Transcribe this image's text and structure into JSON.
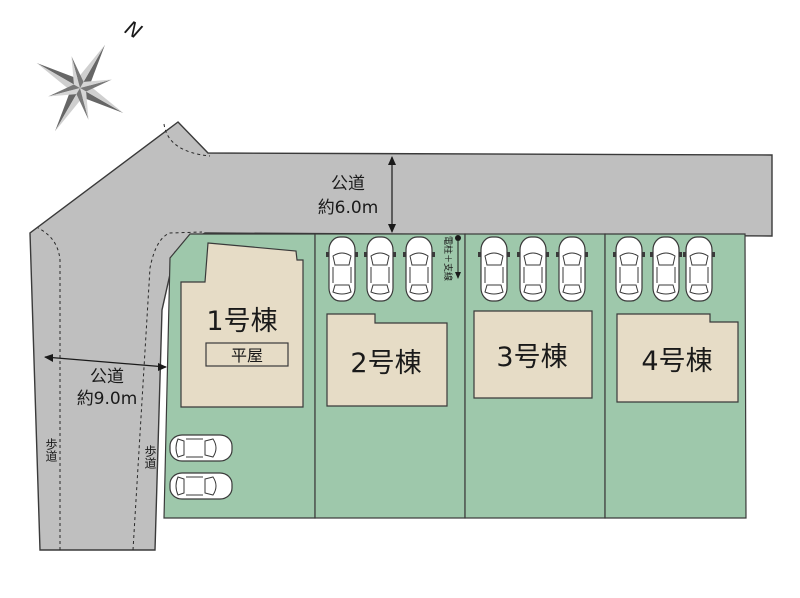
{
  "compass": {
    "north_label": "N"
  },
  "roads": {
    "north": {
      "label": "公道",
      "width": "約6.0m"
    },
    "west": {
      "label": "公道",
      "width": "約9.0m"
    }
  },
  "sidewalks": {
    "left": "歩道",
    "right": "歩道"
  },
  "pole_label": "電柱＋支線",
  "lots": [
    {
      "name": "1号棟",
      "note": "平屋"
    },
    {
      "name": "2号棟"
    },
    {
      "name": "3号棟"
    },
    {
      "name": "4号棟"
    }
  ],
  "colors": {
    "road": "#bfbfbf",
    "lot": "#9ec8ab",
    "building": "#e6dcc6",
    "line": "#3a3a3a"
  }
}
